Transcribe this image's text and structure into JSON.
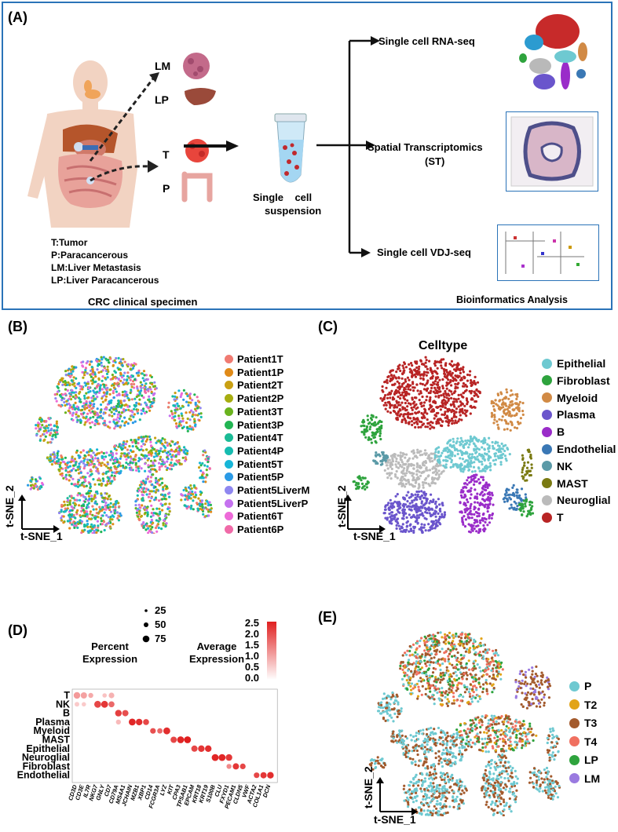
{
  "panelA": {
    "label": "(A)",
    "organs": [
      "LM",
      "LP",
      "T",
      "P"
    ],
    "definitions": [
      "T:Tumor",
      "P:Paracancerous",
      "LM:Liver Metastasis",
      "LP:Liver Paracancerous"
    ],
    "specimen_caption": "CRC clinical specimen",
    "suspension_label": [
      "Single    cell",
      "suspension"
    ],
    "methods": [
      "Single cell RNA-seq",
      "Spatial Transcriptomics",
      "(ST)",
      "Single cell VDJ-seq"
    ],
    "analysis_caption": "Bioinformatics Analysis"
  },
  "panelB": {
    "label": "(B)",
    "legend": [
      "Patient1T",
      "Patient1P",
      "Patient2T",
      "Patient2P",
      "Patient3T",
      "Patient3P",
      "Patient4T",
      "Patient4P",
      "Patient5T",
      "Patient5P",
      "Patient5LiverM",
      "Patient5LiverP",
      "Patient6T",
      "Patient6P"
    ],
    "colors": [
      "#f07b72",
      "#e08a18",
      "#c9a013",
      "#a7ad10",
      "#6ab31e",
      "#22b553",
      "#1bbb96",
      "#16bcb0",
      "#17b6d8",
      "#2b9ae6",
      "#8f87f0",
      "#c572ef",
      "#ed6ad8",
      "#f06aa8"
    ],
    "xlabel": "t-SNE_1",
    "ylabel": "t-SNE_2"
  },
  "panelC": {
    "label": "(C)",
    "title": "Celltype",
    "legend": [
      "Epithelial",
      "Fibroblast",
      "Myeloid",
      "Plasma",
      "B",
      "Endothelial",
      "NK",
      "MAST",
      "Neuroglial",
      "T"
    ],
    "colors": [
      "#6ec9d1",
      "#2ea33d",
      "#d18a45",
      "#6a55cc",
      "#9a2cc9",
      "#3a78b5",
      "#5b9aa7",
      "#7a7a12",
      "#bbbbbb",
      "#b82424"
    ],
    "xlabel": "t-SNE_1",
    "ylabel": "t-SNE_2"
  },
  "panelD": {
    "label": "(D)",
    "size_legend_title": [
      "Percent",
      "Expression"
    ],
    "size_legend": [
      "25",
      "50",
      "75"
    ],
    "color_legend_title": [
      "Average",
      "Expression"
    ],
    "color_ticks": [
      "2.5",
      "2.0",
      "1.5",
      "1.0",
      "0.5",
      "0.0"
    ]
  },
  "panelE": {
    "label": "(E)",
    "legend": [
      "P",
      "T2",
      "T3",
      "T4",
      "LP",
      "LM"
    ],
    "colors": [
      "#6ec9d1",
      "#e2a418",
      "#a35a2c",
      "#f07060",
      "#2ea33d",
      "#9a7ae0"
    ],
    "xlabel": "t-SNE_1",
    "ylabel": "t-SNE_2"
  },
  "chart_data": {
    "type": "scatter",
    "subtype": "dotplot",
    "xlabel": "",
    "ylabel": "",
    "rows": [
      "T",
      "NK",
      "B",
      "Plasma",
      "Myeloid",
      "MAST",
      "Epithelial",
      "Neuroglial",
      "Fibroblast",
      "Endothelial"
    ],
    "genes": [
      "CD3D",
      "CD3E",
      "IL7R",
      "NKG7",
      "GNLY",
      "CD7",
      "CD79A",
      "MS4A1",
      "JCHAIN",
      "MZB1",
      "XBP1",
      "CD14",
      "FCGR3A",
      "LYZ",
      "KIT",
      "CPA3",
      "TPSAB1",
      "EPCAM",
      "KRT18",
      "KRT19",
      "S100B",
      "CLU",
      "FXYD1",
      "PECAM1",
      "CLDN5",
      "VWF",
      "ACTA2",
      "COL1A1",
      "DCN"
    ],
    "color_range": [
      0,
      2.5
    ],
    "points": [
      {
        "row": "T",
        "gene": "CD3D",
        "pct": 75,
        "avg": 1.0
      },
      {
        "row": "T",
        "gene": "CD3E",
        "pct": 70,
        "avg": 0.9
      },
      {
        "row": "T",
        "gene": "IL7R",
        "pct": 50,
        "avg": 0.8
      },
      {
        "row": "T",
        "gene": "GNLY",
        "pct": 40,
        "avg": 0.5
      },
      {
        "row": "T",
        "gene": "CD7",
        "pct": 60,
        "avg": 0.7
      },
      {
        "row": "NK",
        "gene": "CD3D",
        "pct": 45,
        "avg": 0.4
      },
      {
        "row": "NK",
        "gene": "CD3E",
        "pct": 40,
        "avg": 0.4
      },
      {
        "row": "NK",
        "gene": "NKG7",
        "pct": 80,
        "avg": 2.0
      },
      {
        "row": "NK",
        "gene": "GNLY",
        "pct": 80,
        "avg": 2.2
      },
      {
        "row": "NK",
        "gene": "CD7",
        "pct": 65,
        "avg": 1.6
      },
      {
        "row": "B",
        "gene": "CD79A",
        "pct": 75,
        "avg": 2.1
      },
      {
        "row": "B",
        "gene": "MS4A1",
        "pct": 70,
        "avg": 1.9
      },
      {
        "row": "Plasma",
        "gene": "CD79A",
        "pct": 50,
        "avg": 0.6
      },
      {
        "row": "Plasma",
        "gene": "JCHAIN",
        "pct": 80,
        "avg": 2.4
      },
      {
        "row": "Plasma",
        "gene": "MZB1",
        "pct": 75,
        "avg": 2.3
      },
      {
        "row": "Plasma",
        "gene": "XBP1",
        "pct": 65,
        "avg": 2.0
      },
      {
        "row": "Myeloid",
        "gene": "CD14",
        "pct": 60,
        "avg": 1.9
      },
      {
        "row": "Myeloid",
        "gene": "FCGR3A",
        "pct": 55,
        "avg": 1.6
      },
      {
        "row": "Myeloid",
        "gene": "LYZ",
        "pct": 80,
        "avg": 2.3
      },
      {
        "row": "MAST",
        "gene": "KIT",
        "pct": 70,
        "avg": 2.0
      },
      {
        "row": "MAST",
        "gene": "CPA3",
        "pct": 80,
        "avg": 2.4
      },
      {
        "row": "MAST",
        "gene": "TPSAB1",
        "pct": 80,
        "avg": 2.5
      },
      {
        "row": "Epithelial",
        "gene": "EPCAM",
        "pct": 70,
        "avg": 2.0
      },
      {
        "row": "Epithelial",
        "gene": "KRT18",
        "pct": 75,
        "avg": 2.2
      },
      {
        "row": "Epithelial",
        "gene": "KRT19",
        "pct": 75,
        "avg": 2.3
      },
      {
        "row": "Neuroglial",
        "gene": "S100B",
        "pct": 80,
        "avg": 2.4
      },
      {
        "row": "Neuroglial",
        "gene": "CLU",
        "pct": 80,
        "avg": 2.4
      },
      {
        "row": "Neuroglial",
        "gene": "FXYD1",
        "pct": 75,
        "avg": 2.2
      },
      {
        "row": "Fibroblast",
        "gene": "FXYD1",
        "pct": 50,
        "avg": 1.2
      },
      {
        "row": "Fibroblast",
        "gene": "PECAM1",
        "pct": 70,
        "avg": 2.2
      },
      {
        "row": "Fibroblast",
        "gene": "CLDN5",
        "pct": 60,
        "avg": 2.0
      },
      {
        "row": "Endothelial",
        "gene": "ACTA2",
        "pct": 60,
        "avg": 2.0
      },
      {
        "row": "Endothelial",
        "gene": "COL1A1",
        "pct": 70,
        "avg": 2.2
      },
      {
        "row": "Endothelial",
        "gene": "DCN",
        "pct": 75,
        "avg": 2.3
      }
    ]
  }
}
